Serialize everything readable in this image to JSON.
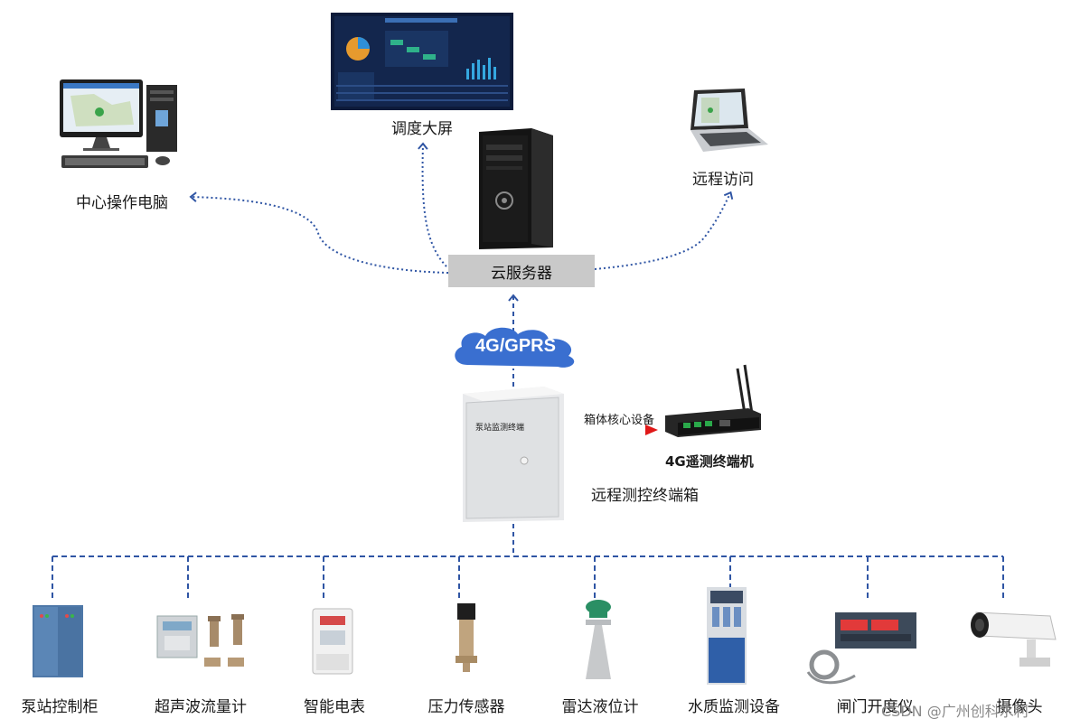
{
  "top_nodes": {
    "big_screen": "调度大屏",
    "center_pc": "中心操作电脑",
    "remote_access": "远程访问",
    "cloud_server": "云服务器"
  },
  "network": {
    "cloud": "4G/GPRS"
  },
  "cabinet": {
    "panel_label": "泵站监测终端",
    "arrow_label": "箱体核心设备",
    "rtu_label": "4G遥测终端机",
    "caption": "远程测控终端箱"
  },
  "devices": [
    {
      "label": "泵站控制柜"
    },
    {
      "label": "超声波流量计"
    },
    {
      "label": "智能电表"
    },
    {
      "label": "压力传感器"
    },
    {
      "label": "雷达液位计"
    },
    {
      "label": "水质监测设备"
    },
    {
      "label": "闸门开度仪"
    },
    {
      "label": "摄像头"
    }
  ],
  "watermark": "CSDN @广州创科水利",
  "colors": {
    "link_blue": "#2f55a4",
    "cloud_blue": "#3a6fd0",
    "arrow_red": "#e01818",
    "server_gray": "#c9c9c9"
  }
}
